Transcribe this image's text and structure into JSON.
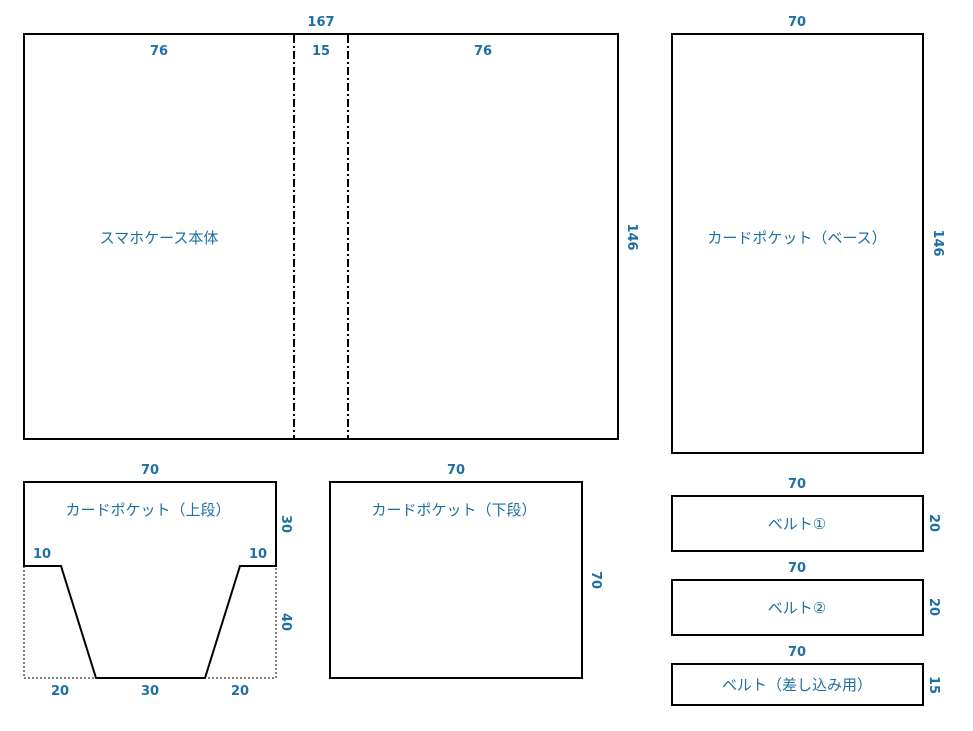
{
  "body_piece": {
    "label": "スマホケース本体",
    "width": "167",
    "left_panel": "76",
    "spine": "15",
    "right_panel": "76",
    "height": "146"
  },
  "card_base": {
    "label": "カードポケット（ベース）",
    "width": "70",
    "height": "146"
  },
  "card_upper": {
    "label": "カードポケット（上段）",
    "width": "70",
    "top_height": "30",
    "cut_height": "40",
    "left_tab": "10",
    "right_tab": "10",
    "bottom_left": "20",
    "bottom_middle": "30",
    "bottom_right": "20"
  },
  "card_lower": {
    "label": "カードポケット（下段）",
    "width": "70",
    "height": "70"
  },
  "belt1": {
    "label": "ベルト①",
    "width": "70",
    "height": "20"
  },
  "belt2": {
    "label": "ベルト②",
    "width": "70",
    "height": "20"
  },
  "belt3": {
    "label": "ベルト（差し込み用）",
    "width": "70",
    "height": "15"
  },
  "colors": {
    "dimension_text": "#1f6fa3",
    "outline": "#000000"
  }
}
